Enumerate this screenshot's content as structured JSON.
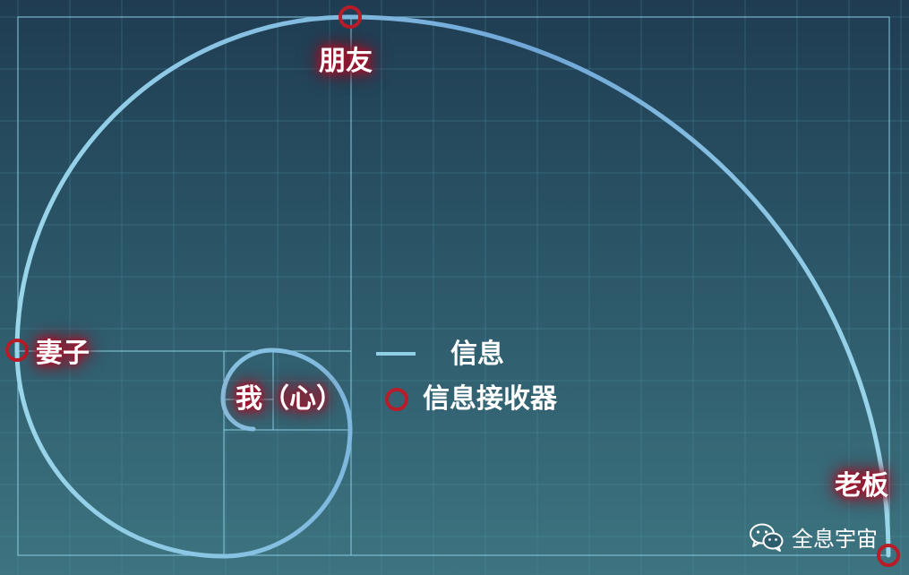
{
  "nodes": {
    "friend": "朋友",
    "wife": "妻子",
    "self": "我（心）",
    "boss": "老板"
  },
  "legend": {
    "line_label": "信息",
    "circle_label": "信息接收器"
  },
  "watermark": {
    "text": "全息宇宙",
    "icon": "wechat-icon"
  },
  "colors": {
    "spiral": "#8fd0e6",
    "receiver": "#b81c28",
    "grid": "#5aa6b4"
  }
}
